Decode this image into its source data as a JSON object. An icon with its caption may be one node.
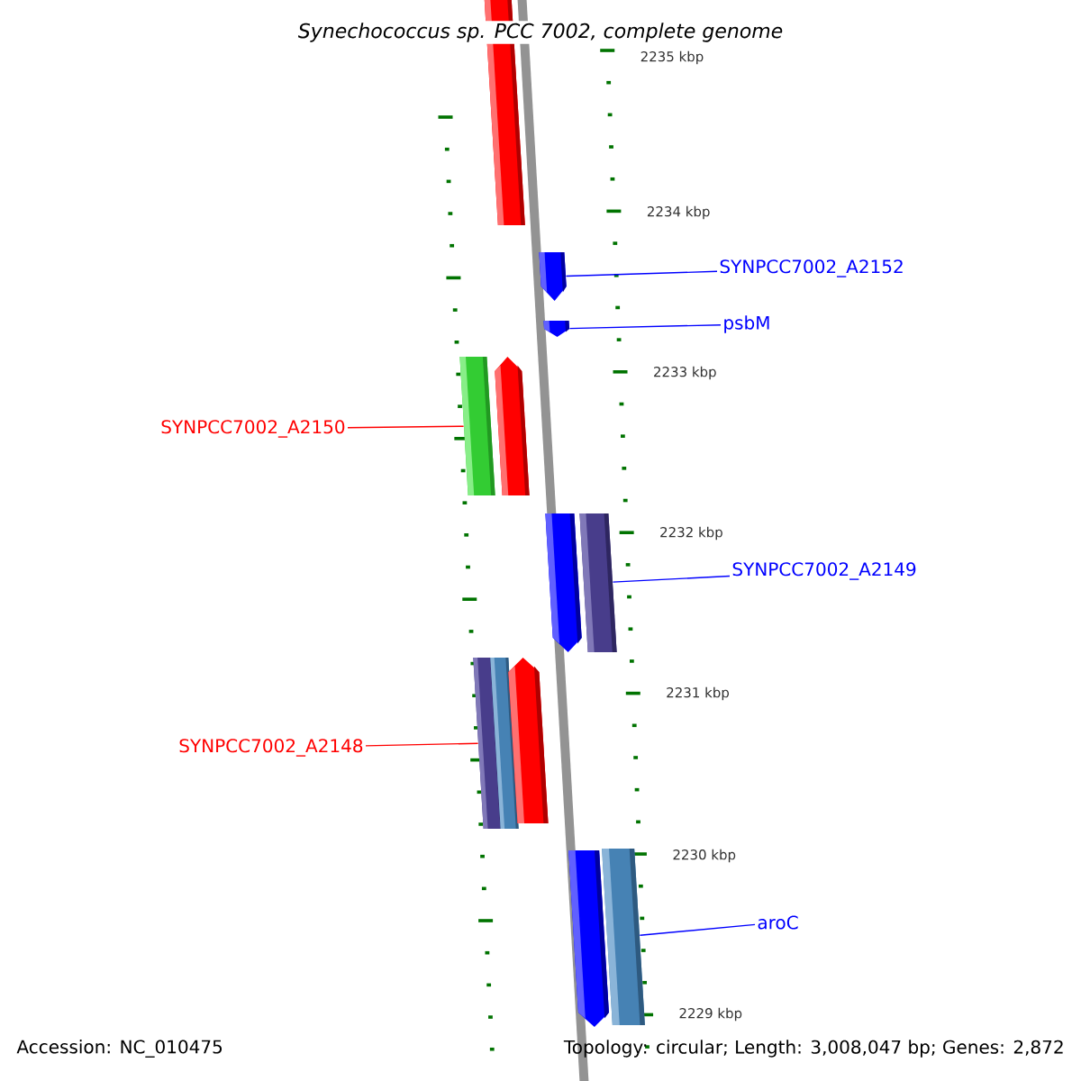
{
  "diagram": {
    "title": "Synechococcus sp. PCC 7002, complete genome",
    "nodes": [
      {
        "text": [],
        "shape": "bar"
      },
      {
        "text": [],
        "shape": "pentagon"
      },
      {
        "text": [
          "SYNPCC7002_A2152"
        ]
      },
      {
        "text": [],
        "shape": "pentagon"
      },
      {
        "text": [
          "psbM"
        ]
      },
      {
        "text": [
          "SYNPCC7002_A2150"
        ]
      },
      {
        "text": [],
        "shape": "bar"
      },
      {
        "text": [],
        "shape": "pentagon"
      },
      {
        "text": [],
        "shape": "pentagon"
      },
      {
        "text": [],
        "shape": "bar"
      },
      {
        "text": [
          "SYNPCC7002_A2149"
        ]
      },
      {
        "text": [
          "SYNPCC7002_A2148"
        ]
      },
      {
        "text": [],
        "shape": "bar"
      },
      {
        "text": [],
        "shape": "bar"
      },
      {
        "text": [],
        "shape": "pentagon"
      },
      {
        "text": [],
        "shape": "pentagon"
      },
      {
        "text": [],
        "shape": "bar"
      },
      {
        "text": [
          "aroC"
        ]
      }
    ],
    "edges": [
      {
        "from": 2,
        "to": 1,
        "arrow": "none"
      },
      {
        "from": 4,
        "to": 3,
        "arrow": "none"
      },
      {
        "from": 5,
        "to": 6,
        "arrow": "none",
        "color": "#ff0000"
      },
      {
        "from": 10,
        "to": 9,
        "arrow": "none"
      },
      {
        "from": 11,
        "to": 12,
        "arrow": "none",
        "color": "#ff0000"
      },
      {
        "from": 17,
        "to": 16,
        "arrow": "none"
      }
    ],
    "labels": [
      "2235 kbp",
      "2234 kbp",
      "2233 kbp",
      "2232 kbp",
      "2231 kbp",
      "2230 kbp",
      "2229 kbp",
      "Accession: NC_010475",
      "Topology: circular; Length: 3,008,047 bp; Genes: 2,872"
    ]
  }
}
